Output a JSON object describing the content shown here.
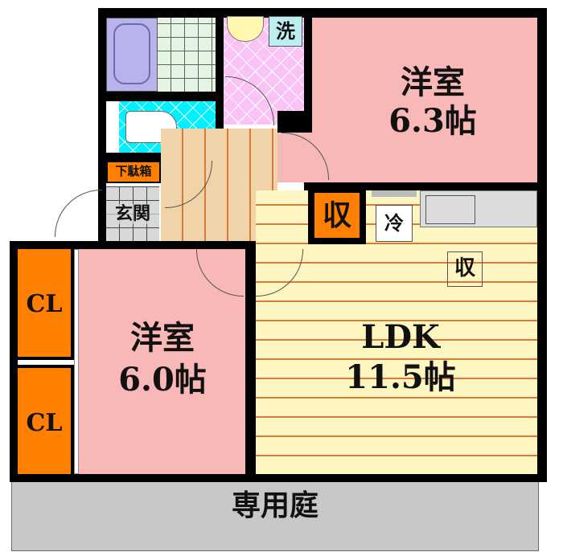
{
  "rooms": {
    "western_room_1": {
      "name": "洋室",
      "size": "6.3帖"
    },
    "western_room_2": {
      "name": "洋室",
      "size": "6.0帖"
    },
    "ldk": {
      "name": "LDK",
      "size": "11.5帖"
    },
    "entrance": "玄関",
    "shoe_cabinet": "下駄箱",
    "storage": "収",
    "ldk_storage": "収",
    "fridge": "冷",
    "washer": "洗",
    "closet_1": "CL",
    "closet_2": "CL",
    "private_garden": "専用庭"
  },
  "colors": {
    "western": "#f9b8b8",
    "ldk": "#fdf6c0",
    "storage": "#ff8000",
    "toilet": "#00ffff",
    "wash": "#f9c4f5",
    "garden": "#cccccc"
  }
}
